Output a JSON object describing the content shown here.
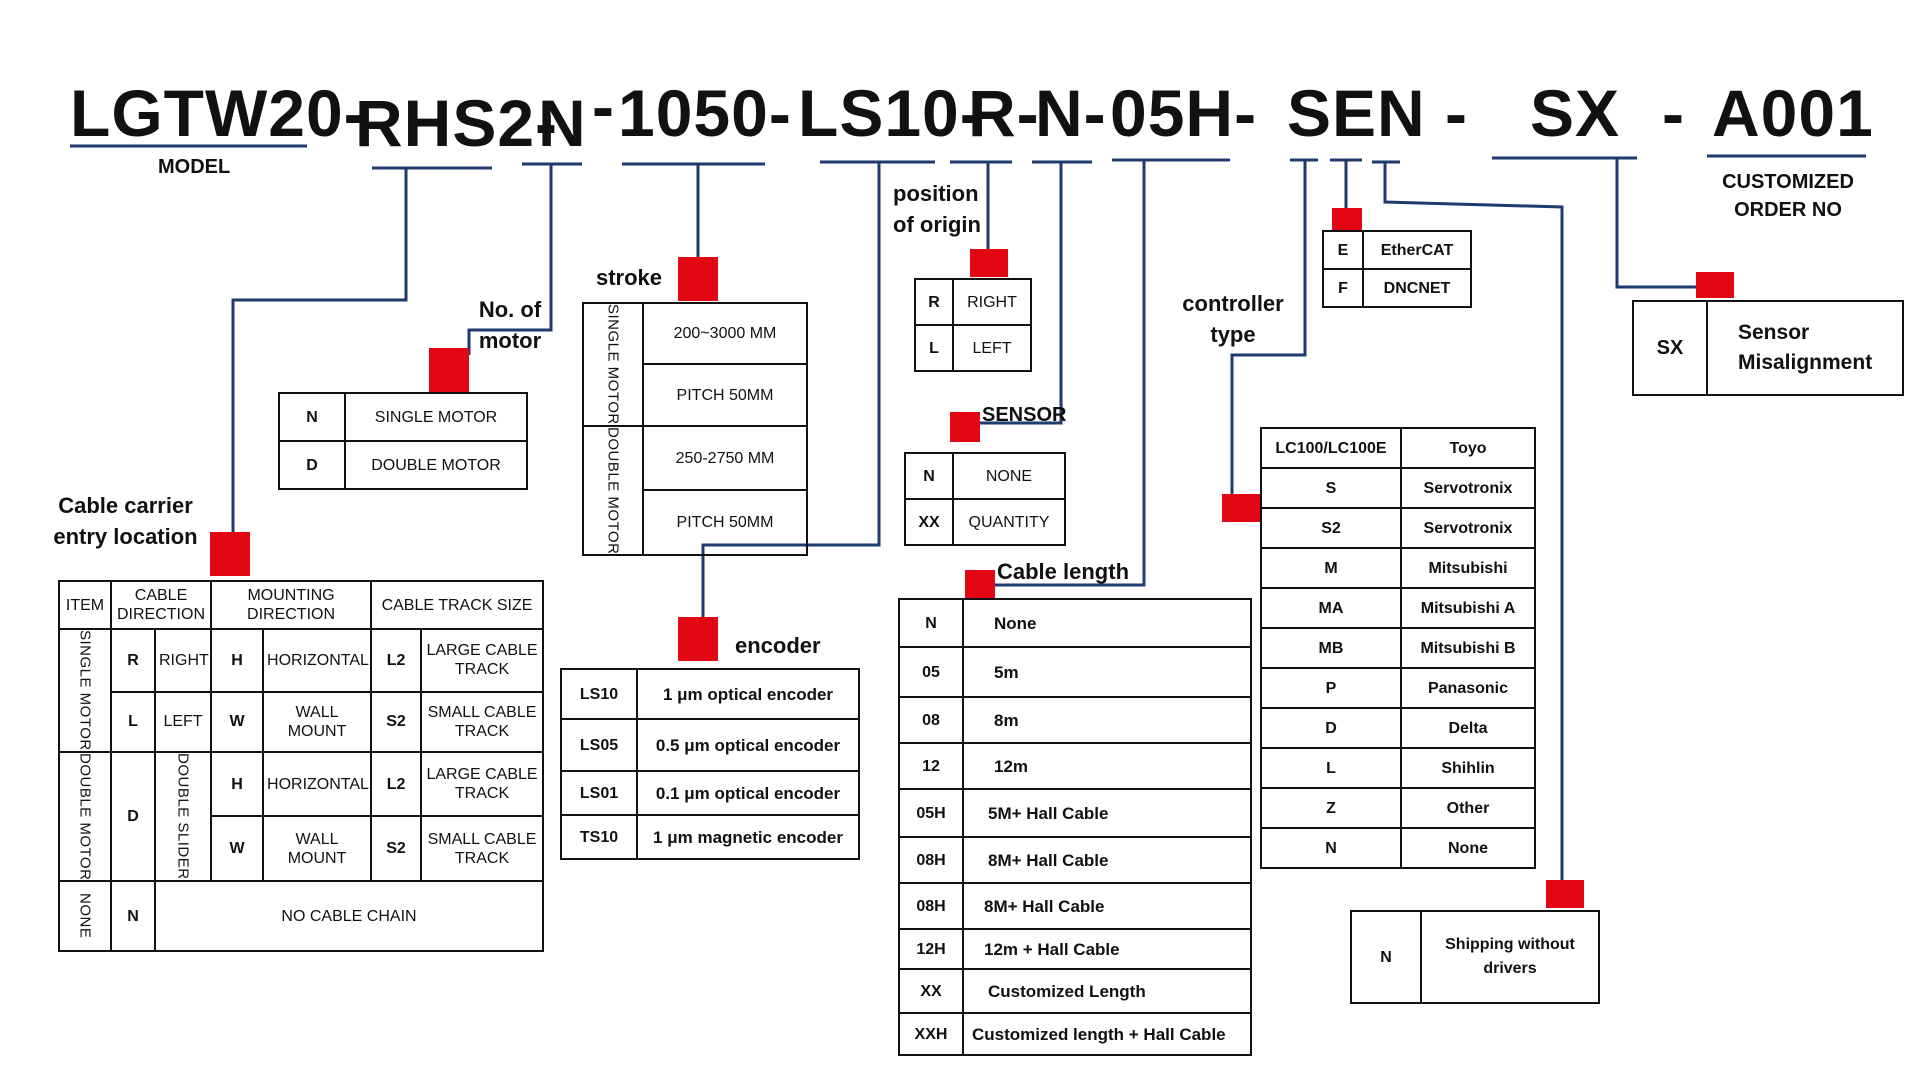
{
  "code": {
    "model": "LGTW20-",
    "rhs": "RHS2-",
    "n": "N",
    "dash1": "-",
    "stroke": "1050-",
    "ls": "LS10-",
    "r": "R-",
    "n2": "N-",
    "h": "05H-",
    "sen": "SEN",
    "dash2": "-",
    "sx": "SX",
    "dash3": "-",
    "a": "A001"
  },
  "labels": {
    "model": "MODEL",
    "customized": "CUSTOMIZED ORDER NO",
    "cable_carrier": "Cable carrier entry location",
    "no_of_motor": "No. of motor",
    "stroke": "stroke",
    "position_of_origin": "position of origin",
    "sensor": "SENSOR",
    "controller_type": "controller type",
    "encoder": "encoder",
    "cable_length": "Cable length"
  },
  "motor_table": [
    {
      "code": "N",
      "desc": "SINGLE MOTOR"
    },
    {
      "code": "D",
      "desc": "DOUBLE MOTOR"
    }
  ],
  "stroke_table": {
    "single_label": "SINGLE MOTOR",
    "double_label": "DOUBLE MOTOR",
    "single_range": "200~3000 MM",
    "single_pitch": "PITCH 50MM",
    "double_range": "250-2750 MM",
    "double_pitch": "PITCH 50MM"
  },
  "origin_table": [
    {
      "code": "R",
      "desc": "RIGHT"
    },
    {
      "code": "L",
      "desc": "LEFT"
    }
  ],
  "sensor_table": [
    {
      "code": "N",
      "desc": "NONE"
    },
    {
      "code": "XX",
      "desc": "QUANTITY"
    }
  ],
  "network_table": [
    {
      "code": "E",
      "desc": "EtherCAT"
    },
    {
      "code": "F",
      "desc": "DNCNET"
    }
  ],
  "sx_table": {
    "code": "SX",
    "desc": "Sensor Misalignment"
  },
  "shipping_table": {
    "code": "N",
    "desc": "Shipping without drivers"
  },
  "encoder_table": [
    {
      "code": "LS10",
      "desc": "1 μm optical encoder"
    },
    {
      "code": "LS05",
      "desc": "0.5 μm optical encoder"
    },
    {
      "code": "LS01",
      "desc": "0.1 μm optical encoder"
    },
    {
      "code": "TS10",
      "desc": "1 μm magnetic encoder"
    }
  ],
  "cable_table": [
    {
      "code": "N",
      "desc": "None"
    },
    {
      "code": "05",
      "desc": "5m"
    },
    {
      "code": "08",
      "desc": "8m"
    },
    {
      "code": "12",
      "desc": "12m"
    },
    {
      "code": "05H",
      "desc": "5M+ Hall Cable"
    },
    {
      "code": "08H",
      "desc": "8M+ Hall Cable"
    },
    {
      "code": "08H",
      "desc": "8M+ Hall Cable"
    },
    {
      "code": "12H",
      "desc": "12m + Hall Cable"
    },
    {
      "code": "XX",
      "desc": "Customized Length"
    },
    {
      "code": "XXH",
      "desc": "Customized length + Hall Cable"
    }
  ],
  "controller_table": [
    {
      "code": "LC100/LC100E",
      "desc": "Toyo"
    },
    {
      "code": "S",
      "desc": "Servotronix"
    },
    {
      "code": "S2",
      "desc": "Servotronix"
    },
    {
      "code": "M",
      "desc": "Mitsubishi"
    },
    {
      "code": "MA",
      "desc": "Mitsubishi A"
    },
    {
      "code": "MB",
      "desc": "Mitsubishi B"
    },
    {
      "code": "P",
      "desc": "Panasonic"
    },
    {
      "code": "D",
      "desc": "Delta"
    },
    {
      "code": "L",
      "desc": "Shihlin"
    },
    {
      "code": "Z",
      "desc": "Other"
    },
    {
      "code": "N",
      "desc": "None"
    }
  ],
  "cable_carrier_table": {
    "h_item": "ITEM",
    "h_cable_direction": "CABLE DIRECTION",
    "h_mounting_direction": "MOUNTING DIRECTION",
    "h_track_size": "CABLE TRACK SIZE",
    "single_motor": "SINGLE MOTOR",
    "double_motor": "DOUBLE MOTOR",
    "double_slider": "DOUBLE SLIDER",
    "none": "NONE",
    "r": "R",
    "right": "RIGHT",
    "l": "L",
    "left": "LEFT",
    "d": "D",
    "n": "N",
    "no_chain": "NO CABLE CHAIN",
    "h": "H",
    "horizontal": "HORIZONTAL",
    "w": "W",
    "wall": "WALL MOUNT",
    "l2": "L2",
    "large": "LARGE CABLE TRACK",
    "s2": "S2",
    "small": "SMALL CABLE TRACK"
  },
  "colors": {
    "line": "#1f3a6e",
    "marker": "#e30613"
  }
}
